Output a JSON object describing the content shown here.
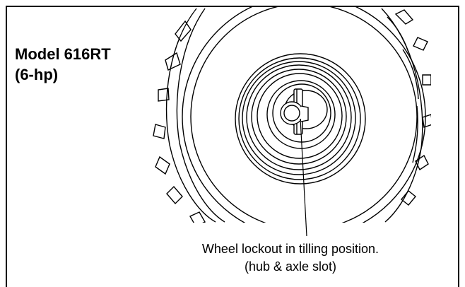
{
  "model": {
    "line1": "Model 616RT",
    "line2": "(6-hp)"
  },
  "caption": {
    "line1": "Wheel lockout in tilling position.",
    "line2": "(hub & axle slot)"
  },
  "icons": {
    "illustration": "wheel-hub-drawing"
  }
}
